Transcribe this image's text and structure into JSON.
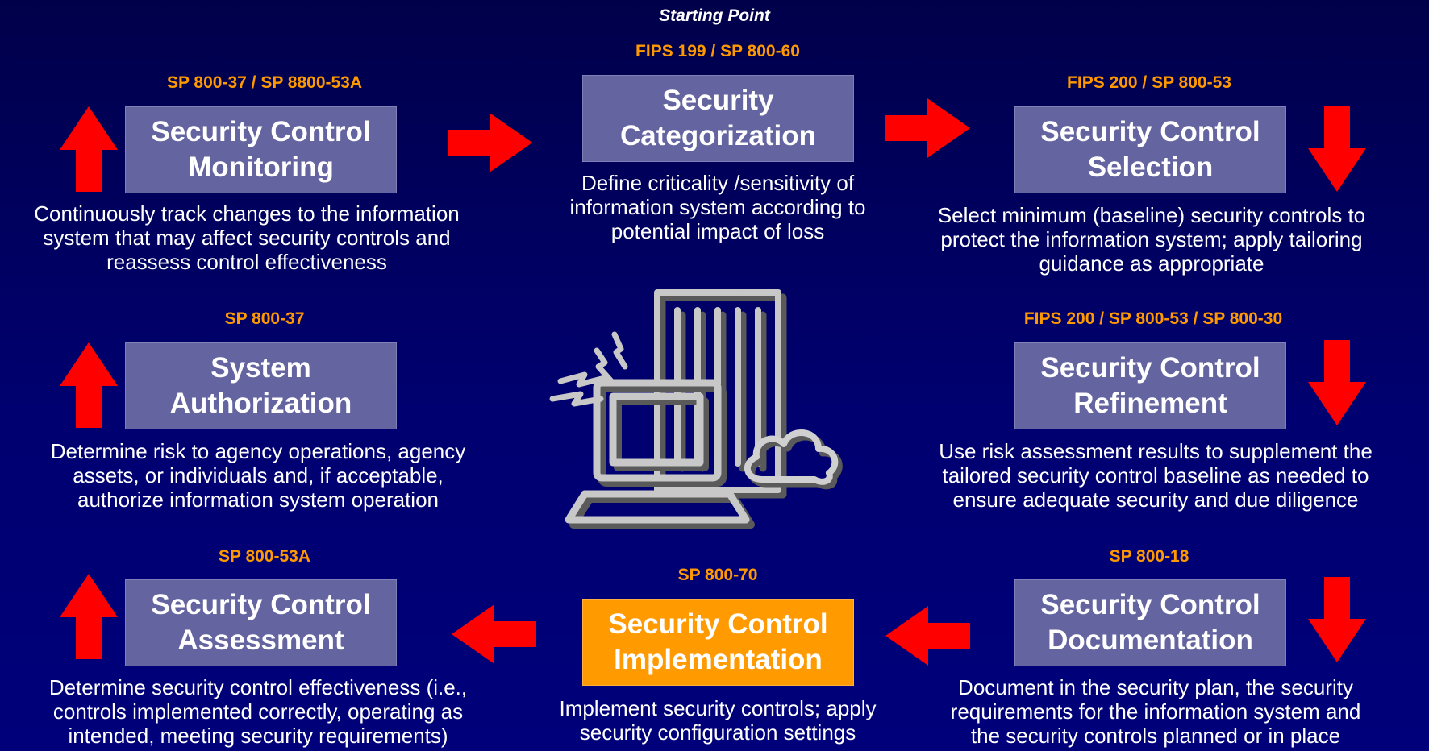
{
  "starting_point": "Starting Point",
  "steps": {
    "categorization": {
      "ref": "FIPS 199 / SP 800-60",
      "title": [
        "Security",
        "Categorization"
      ],
      "desc": [
        "Define criticality /sensitivity of",
        "information system according to",
        "potential impact of loss"
      ]
    },
    "selection": {
      "ref": "FIPS 200 / SP 800-53",
      "title": [
        "Security Control",
        "Selection"
      ],
      "desc": [
        "Select minimum (baseline) security controls to",
        "protect the information system; apply tailoring",
        "guidance as appropriate"
      ]
    },
    "refinement": {
      "ref": "FIPS 200 / SP 800-53 / SP 800-30",
      "title": [
        "Security Control",
        "Refinement"
      ],
      "desc": [
        "Use risk assessment results to supplement the",
        "tailored security control baseline as needed to",
        "ensure adequate security and due diligence"
      ]
    },
    "documentation": {
      "ref": "SP 800-18",
      "title": [
        "Security Control",
        "Documentation"
      ],
      "desc": [
        "Document in the security plan, the security",
        "requirements for the information system and",
        "the security controls planned or in place"
      ]
    },
    "implementation": {
      "ref": "SP 800-70",
      "title": [
        "Security Control",
        "Implementation"
      ],
      "desc": [
        "Implement security controls; apply",
        "security configuration settings"
      ]
    },
    "assessment": {
      "ref": "SP 800-53A",
      "title": [
        "Security Control",
        "Assessment"
      ],
      "desc": [
        "Determine security control effectiveness (i.e.,",
        "controls implemented correctly, operating as",
        "intended, meeting security requirements)"
      ]
    },
    "authorization": {
      "ref": "SP 800-37",
      "title": [
        "System",
        "Authorization"
      ],
      "desc": [
        "Determine risk to agency operations, agency",
        "assets, or individuals and, if acceptable,",
        "authorize information system operation"
      ]
    },
    "monitoring": {
      "ref": "SP 800-37 / SP 8800-53A",
      "title": [
        "Security Control",
        "Monitoring"
      ],
      "desc": [
        "Continuously track changes to the information",
        "system that may affect security controls and",
        "reassess control effectiveness"
      ]
    }
  },
  "colors": {
    "background": "#000070",
    "box": "#6464a0",
    "highlight_box": "#ff9a00",
    "reference_text": "#ff9900",
    "arrow": "#ff0000"
  },
  "icons": {
    "flow_arrows": "red-block-arrow",
    "center": "computer-server-cloud-icon"
  }
}
